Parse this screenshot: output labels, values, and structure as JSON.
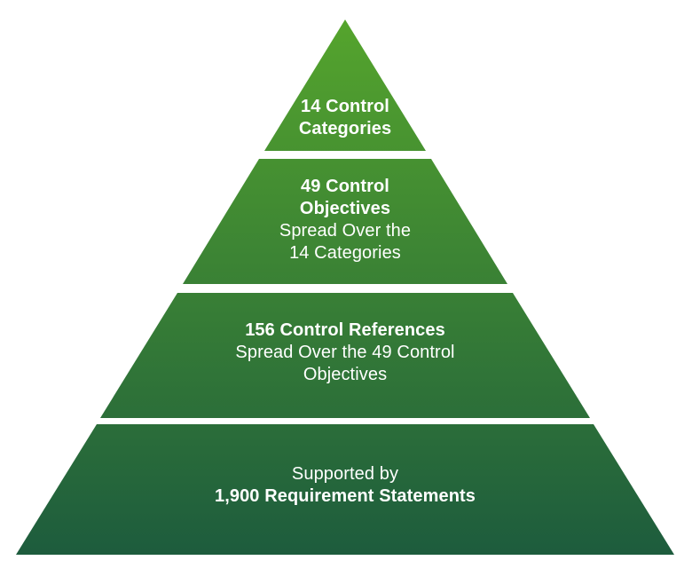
{
  "pyramid": {
    "description": "Four-tier green pyramid infographic of control framework hierarchy",
    "colors": {
      "gradient_top": "#57a72c",
      "gradient_bottom": "#1b593e",
      "separator": "#ffffff",
      "text": "#ffffff",
      "background": "#ffffff"
    },
    "tiers": [
      {
        "name": "control-categories",
        "lines": [
          {
            "text": "14 Control",
            "bold": true
          },
          {
            "text": "Categories",
            "bold": true
          }
        ]
      },
      {
        "name": "control-objectives",
        "lines": [
          {
            "text": "49 Control",
            "bold": true
          },
          {
            "text": "Objectives",
            "bold": true
          },
          {
            "text": "Spread Over the",
            "bold": false
          },
          {
            "text": "14 Categories",
            "bold": false
          }
        ]
      },
      {
        "name": "control-references",
        "lines": [
          {
            "text": "156 Control References",
            "bold": true
          },
          {
            "text": "Spread Over the 49 Control",
            "bold": false
          },
          {
            "text": "Objectives",
            "bold": false
          }
        ]
      },
      {
        "name": "requirement-statements",
        "lines": [
          {
            "text": "Supported by",
            "bold": false
          },
          {
            "text": "1,900 Requirement Statements",
            "bold": true
          }
        ]
      }
    ]
  }
}
